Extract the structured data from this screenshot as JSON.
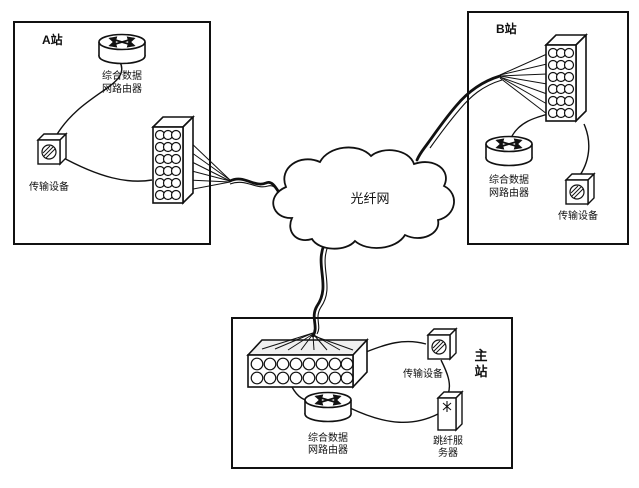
{
  "stations": {
    "a": {
      "title": "A站",
      "router_label": [
        "综合数据",
        "网路由器"
      ],
      "transmission_label": "传输设备"
    },
    "b": {
      "title": "B站",
      "router_label": [
        "综合数据",
        "网路由器"
      ],
      "transmission_label": "传输设备"
    },
    "main": {
      "title": [
        "主",
        "站"
      ],
      "router_label": [
        "综合数据",
        "网路由器"
      ],
      "transmission_label": "传输设备",
      "server_label": [
        "跳纤服",
        "务器"
      ]
    }
  },
  "network": {
    "cloud_label": "光纤网"
  },
  "colors": {
    "ink": "#111111",
    "paper": "#ffffff"
  }
}
